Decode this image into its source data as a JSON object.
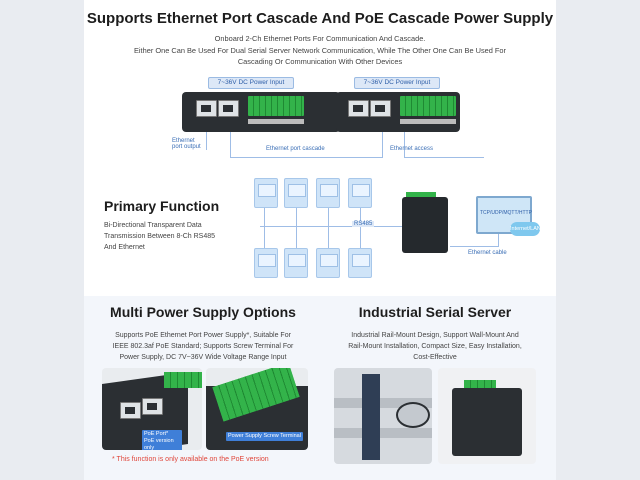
{
  "header": {
    "title": "Supports Ethernet Port Cascade And PoE Cascade Power Supply",
    "lines": [
      "Onboard 2-Ch Ethernet Ports For Communication And Cascade.",
      "Either One Can Be Used For Dual Serial Server Network Communication, While The Other One Can Be Used For",
      "Cascading Or Communication With Other Devices"
    ]
  },
  "cascade_diagram": {
    "power_label_1": "7~36V DC Power Input",
    "power_label_2": "7~36V DC Power Input",
    "label_output": "Ethernet\nport output",
    "label_cascade": "Ethernet port cascade",
    "label_access": "Ethernet access"
  },
  "primary": {
    "title": "Primary Function",
    "lines": [
      "Bi-Directional Transparent Data",
      "Transmission Between 8-Ch RS485",
      "And Ethernet"
    ],
    "bus_label": "RS485",
    "eth_label": "Ethernet cable",
    "pc_label": "TCP/UDP/MQTT/HTTP",
    "cloud_label": "Internet/LAN"
  },
  "multi_power": {
    "title": "Multi Power Supply Options",
    "lines": [
      "Supports PoE Ethernet Port Power Supply*, Suitable For",
      "IEEE 802.3af PoE Standard; Supports Screw Terminal For",
      "Power Supply, DC 7V~36V Wide Voltage Range Input"
    ],
    "tag_poe": "PoE Port*",
    "tag_poe_sub": "PoE version only",
    "tag_terminal": "Power Supply Screw Terminal",
    "footnote": "* This function is only available on the PoE version"
  },
  "industrial": {
    "title": "Industrial Serial Server",
    "lines": [
      "Industrial Rail-Mount Design, Support Wall-Mount And",
      "Rail-Mount Installation, Compact Size, Easy Installation,",
      "Cost-Effective"
    ]
  },
  "colors": {
    "accent_blue": "#3f7fd8",
    "terminal_green": "#33b34a",
    "device_black": "#2b2f33",
    "note_red": "#e0463b"
  }
}
